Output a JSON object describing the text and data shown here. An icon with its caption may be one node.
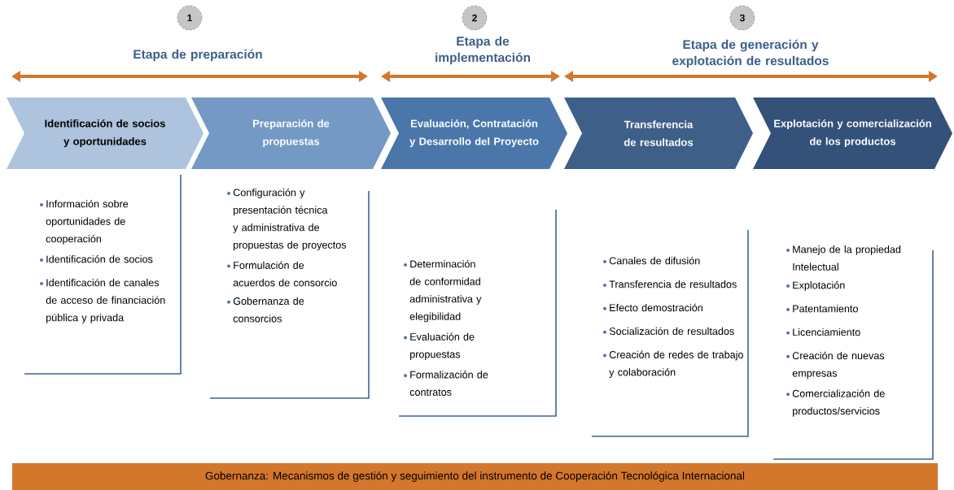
{
  "diagram": {
    "nodes": [
      {
        "text": [
          "1"
        ],
        "beside": [
          "Etapa de preparación"
        ]
      },
      {
        "text": [
          "2"
        ],
        "beside": [
          "Etapa de implementación"
        ]
      },
      {
        "text": [
          "3"
        ],
        "beside": [
          "Etapa de generación y explotación de resultados"
        ]
      },
      {
        "text": [
          "Identificación de socios y oportunidades"
        ]
      },
      {
        "text": [
          "Preparación de propuestas"
        ]
      },
      {
        "text": [
          "Evaluación, Contratación y Desarrollo del Proyecto"
        ]
      },
      {
        "text": [
          "Transferencia de resultados"
        ]
      },
      {
        "text": [
          "Explotación y comercialización de los productos"
        ]
      },
      {
        "text": [
          "Información sobre oportunidades de cooperación",
          "Identificación de socios",
          "Identificación de canales de acceso de financiación pública y privada"
        ]
      },
      {
        "text": [
          "Configuración y presentación técnica y administrativa de propuestas de proyectos",
          "Formulación de acuerdos de consorcio",
          "Gobernanza de consorcios"
        ]
      },
      {
        "text": [
          "Determinación de conformidad administrativa y elegibilidad",
          "Evaluación de propuestas",
          "Formalización de contratos"
        ]
      },
      {
        "text": [
          "Canales de difusión",
          "Transferencia de resultados",
          "Efecto demostración",
          "Socialización de resultados",
          "Creación de redes de trabajo y colaboración"
        ]
      },
      {
        "text": [
          "Manejo de la propiedad Intelectual",
          "Explotación",
          "Patentamiento",
          "Licenciamiento",
          "Creación de nuevas empresas",
          "Comercialización de productos/servicios"
        ]
      },
      {
        "text": [
          "Gobernanza: Mecanismos de gestión y seguimiento del instrumento de Cooperación Tecnológica Internacional"
        ]
      }
    ],
    "edges": []
  }
}
